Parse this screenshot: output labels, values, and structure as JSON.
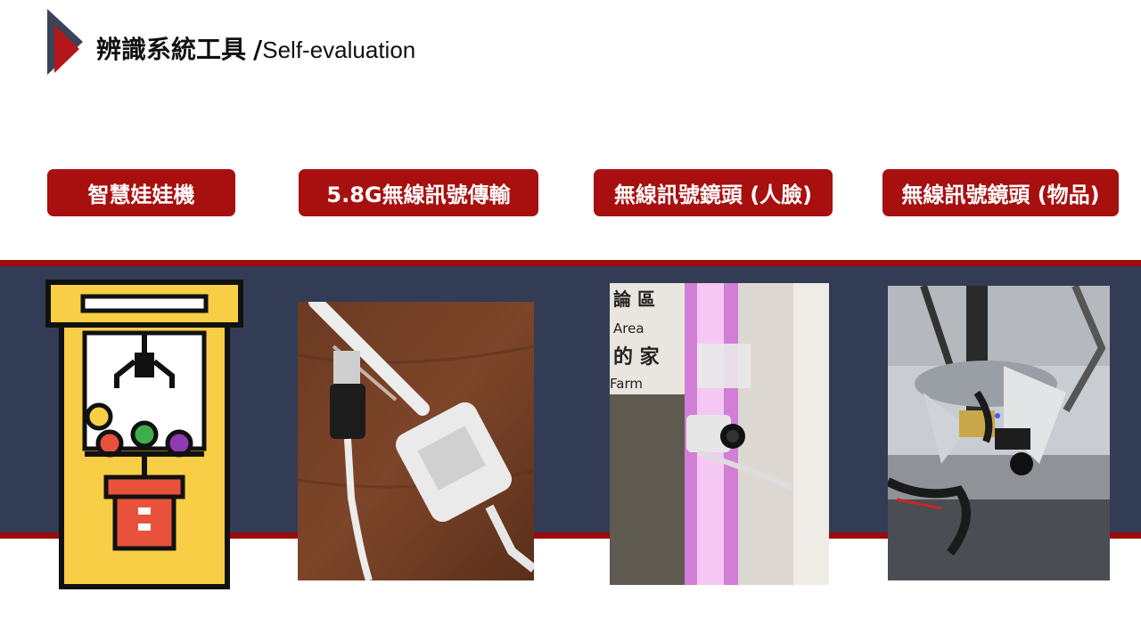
{
  "header": {
    "title_zh": "辨識系統工具",
    "title_slash": "/",
    "title_en": "Self-evaluation"
  },
  "items": [
    {
      "label": "智慧娃娃機",
      "icon": "claw-machine-icon"
    },
    {
      "label": "5.8G無線訊號傳輸",
      "icon": "wireless-transmitter-photo"
    },
    {
      "label": "無線訊號鏡頭 (人臉)",
      "icon": "face-camera-photo"
    },
    {
      "label": "無線訊號鏡頭 (物品)",
      "icon": "object-camera-photo"
    }
  ],
  "photo_text": {
    "sign_line1": "論 區",
    "sign_line2": "Area",
    "sign_line3": "的 家",
    "sign_line4": "Farm"
  },
  "colors": {
    "accent_red": "#a80f0f",
    "band_navy": "#323c54",
    "icon_yellow": "#f7ce46"
  }
}
